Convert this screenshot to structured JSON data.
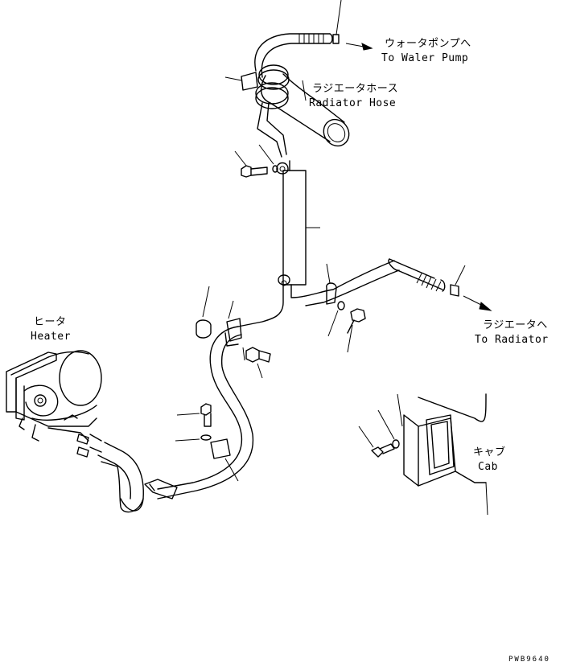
{
  "labels": {
    "water_pump_jp": "ウォータポンプへ",
    "water_pump_en": "To Waler Pump",
    "radiator_hose_jp": "ラジエータホース",
    "radiator_hose_en": "Radiator Hose",
    "heater_jp": "ヒータ",
    "heater_en": "Heater",
    "to_radiator_jp": "ラジエータへ",
    "to_radiator_en": "To Radiator",
    "cab_jp": "キャブ",
    "cab_en": "Cab"
  },
  "drawing_code": "PWB9640"
}
